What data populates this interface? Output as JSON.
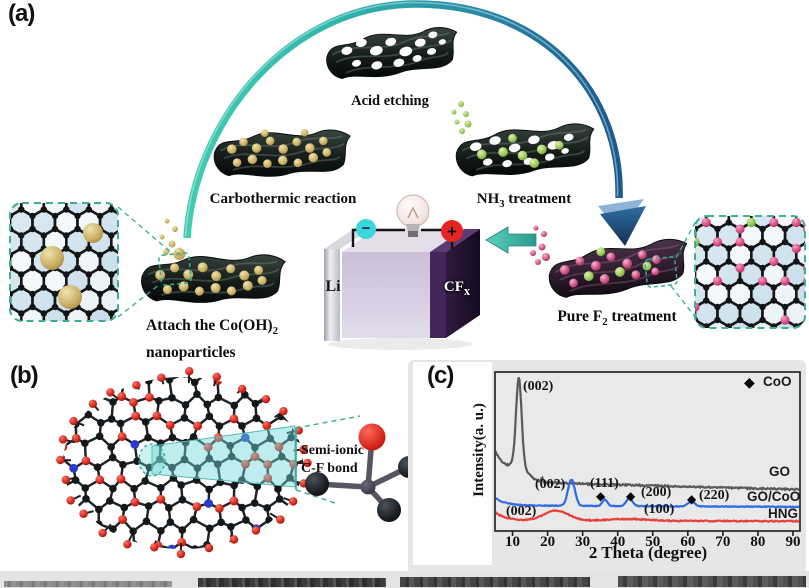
{
  "figure": {
    "panel_a": {
      "label": "(a)",
      "steps": {
        "acid": "Acid etching",
        "carbothermic": "Carbothermic reaction",
        "nh3_pre": "NH",
        "nh3_sub": "3",
        "nh3_post": " treatment",
        "attach_pre": "Attach the Co(OH)",
        "attach_sub": "2",
        "attach_line2": "nanoparticles",
        "f2_pre": "Pure F",
        "f2_sub": "2",
        "f2_post": " treatment"
      },
      "battery": {
        "anode": "Li",
        "cathode_pre": "CF",
        "cathode_sub": "x",
        "minus": "−",
        "plus": "+"
      },
      "colors": {
        "arch_teal": "#41ccb0",
        "arch_blue": "#1b5a8e",
        "gold_particle": "#c9ad62",
        "green_particle": "#96c455",
        "pink_particle": "#cf4f82"
      }
    },
    "panel_b": {
      "label": "(b)",
      "callout_line1": "Semi-ionic",
      "callout_line2": "C-F bond"
    },
    "panel_c": {
      "label": "(c)"
    }
  },
  "chart_data": {
    "type": "line",
    "title": "",
    "xlabel": "2 Theta (degree)",
    "ylabel": "Intensity(a. u.)",
    "x_ticks": [
      10,
      20,
      30,
      40,
      50,
      60,
      70,
      80,
      90
    ],
    "xlim": [
      5,
      92
    ],
    "grid": false,
    "legend_position": "top-right",
    "legend_marker": "◆",
    "legend_label": "CoO",
    "series": [
      {
        "name": "GO",
        "color": "#595959",
        "baseline": 0.3,
        "left_amp": 0.2,
        "left_decay": 4,
        "slope": 0.0006,
        "noise": 0.01,
        "peaks": [
          {
            "two_theta": 11.8,
            "width": 1.1,
            "amp": 0.56,
            "label": "(002)"
          },
          {
            "two_theta": 11.8,
            "width": 3.2,
            "amp": 0.08
          },
          {
            "two_theta": 18.4,
            "width": 0.3,
            "amp": 0.03
          }
        ]
      },
      {
        "name": "GO/CoO",
        "color": "#2e6be5",
        "baseline": 0.145,
        "left_amp": 0.05,
        "left_decay": 3,
        "slope": 0.0001,
        "noise": 0.005,
        "peaks": [
          {
            "two_theta": 26.8,
            "width": 1.4,
            "amp": 0.17,
            "label": "(002)"
          },
          {
            "two_theta": 36.3,
            "width": 1.0,
            "amp": 0.042,
            "label": "(111)",
            "coo_marker": true
          },
          {
            "two_theta": 43.3,
            "width": 1.3,
            "amp": 0.048,
            "label": "(200)",
            "coo_marker": true
          },
          {
            "two_theta": 61.0,
            "width": 1.4,
            "amp": 0.032,
            "label": "(220)",
            "coo_marker": true
          }
        ]
      },
      {
        "name": "HNG",
        "color": "#e8403a",
        "baseline": 0.048,
        "left_amp": 0.055,
        "left_decay": 3,
        "slope": 5e-05,
        "noise": 0.007,
        "peaks": [
          {
            "two_theta": 22.5,
            "width": 5.0,
            "amp": 0.065,
            "label": "(002)"
          },
          {
            "two_theta": 43.0,
            "width": 8.0,
            "amp": 0.012,
            "label": "(100)"
          }
        ]
      }
    ]
  }
}
